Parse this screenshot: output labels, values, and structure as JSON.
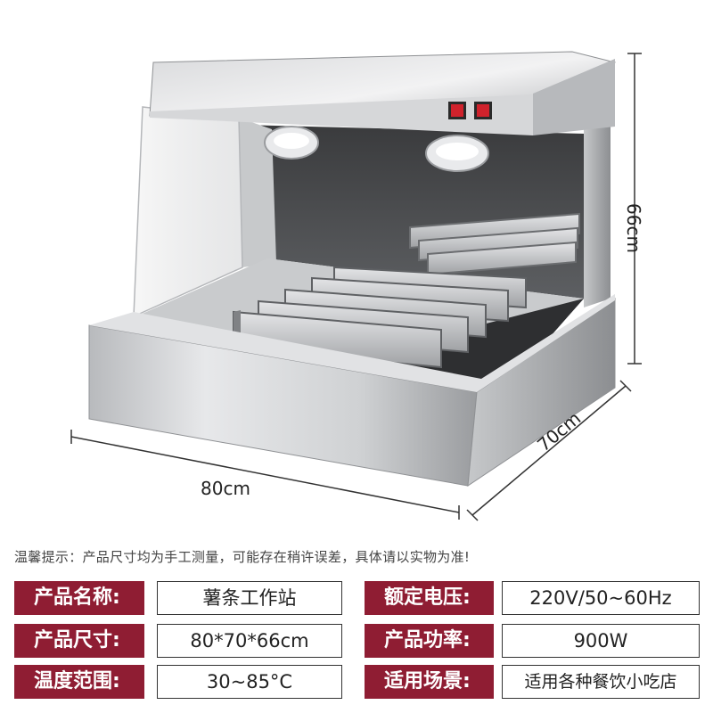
{
  "dimensions": {
    "width": "80cm",
    "depth": "70cm",
    "height": "66cm"
  },
  "notice": "温馨提示：产品尺寸均为手工测量，可能存在稍许误差，具体请以实物为准!",
  "specs": {
    "left": [
      {
        "label": "产品名称:",
        "value": "薯条工作站"
      },
      {
        "label": "产品尺寸:",
        "value": "80*70*66cm"
      },
      {
        "label": "温度范围:",
        "value": "30~85°C"
      }
    ],
    "right": [
      {
        "label": "额定电压:",
        "value": "220V/50~60Hz"
      },
      {
        "label": "产品功率:",
        "value": "900W"
      },
      {
        "label": "适用场景:",
        "value": "适用各种餐饮小吃店"
      }
    ]
  },
  "colors": {
    "label_bg": "#8f1d33",
    "switch": "#d0222c"
  }
}
